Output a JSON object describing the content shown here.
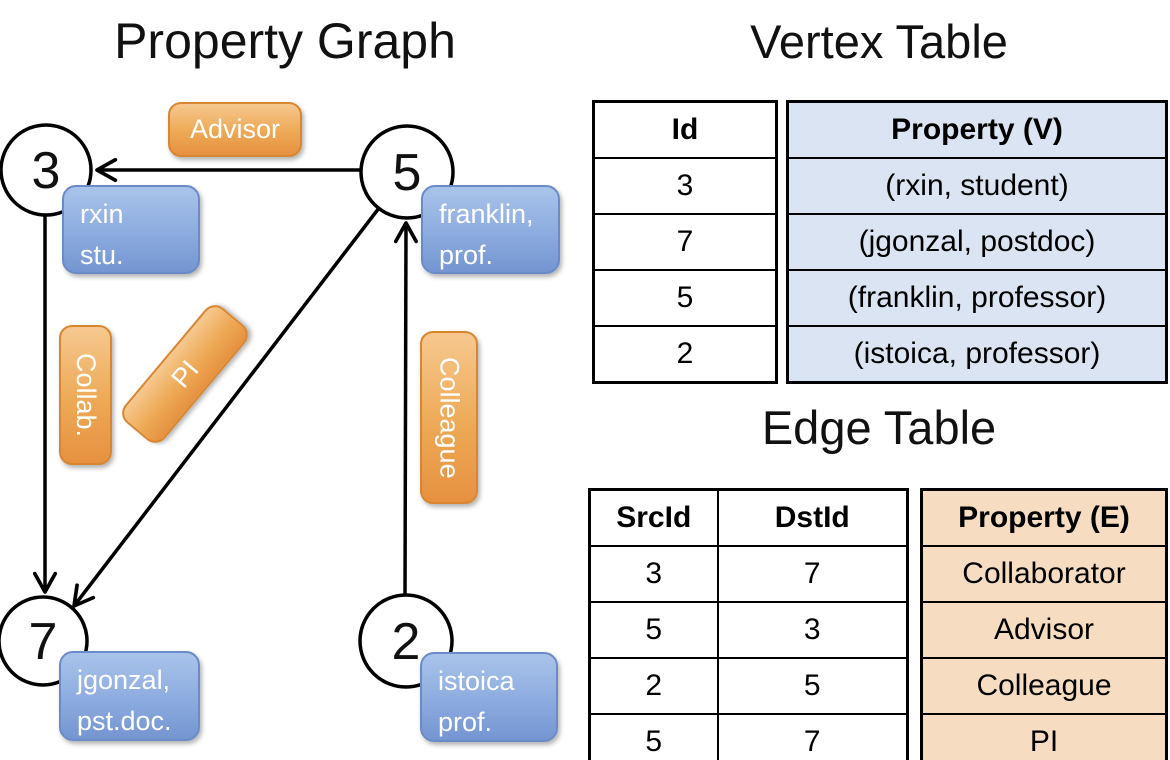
{
  "titles": {
    "graph": "Property Graph",
    "vertex_table": "Vertex Table",
    "edge_table": "Edge Table"
  },
  "graph": {
    "nodes": [
      {
        "id": "3",
        "property_lines": [
          "rxin",
          "stu."
        ]
      },
      {
        "id": "5",
        "property_lines": [
          "franklin,",
          "prof."
        ]
      },
      {
        "id": "7",
        "property_lines": [
          "jgonzal,",
          "pst.doc."
        ]
      },
      {
        "id": "2",
        "property_lines": [
          "istoica",
          "prof."
        ]
      }
    ],
    "edge_labels": {
      "advisor": "Advisor",
      "collab": "Collab.",
      "pi": "PI",
      "colleague": "Colleague"
    }
  },
  "vertex_table": {
    "headers": {
      "id": "Id",
      "property": "Property (V)"
    },
    "rows": [
      {
        "id": "3",
        "property": "(rxin, student)"
      },
      {
        "id": "7",
        "property": "(jgonzal, postdoc)"
      },
      {
        "id": "5",
        "property": "(franklin, professor)"
      },
      {
        "id": "2",
        "property": "(istoica, professor)"
      }
    ]
  },
  "edge_table": {
    "headers": {
      "src": "SrcId",
      "dst": "DstId",
      "property": "Property (E)"
    },
    "rows": [
      {
        "src": "3",
        "dst": "7",
        "property": "Collaborator"
      },
      {
        "src": "5",
        "dst": "3",
        "property": "Advisor"
      },
      {
        "src": "2",
        "dst": "5",
        "property": "Colleague"
      },
      {
        "src": "5",
        "dst": "7",
        "property": "PI"
      }
    ]
  },
  "colors": {
    "edge_label_orange_light": "#f6c88f",
    "edge_label_orange_dark": "#e69140",
    "vertex_box_blue_light": "#a9c4ea",
    "vertex_box_blue_dark": "#7495d1",
    "vertex_table_fill": "#dbe4f3",
    "edge_table_fill": "#f6ddc1",
    "line_color": "#000000"
  }
}
